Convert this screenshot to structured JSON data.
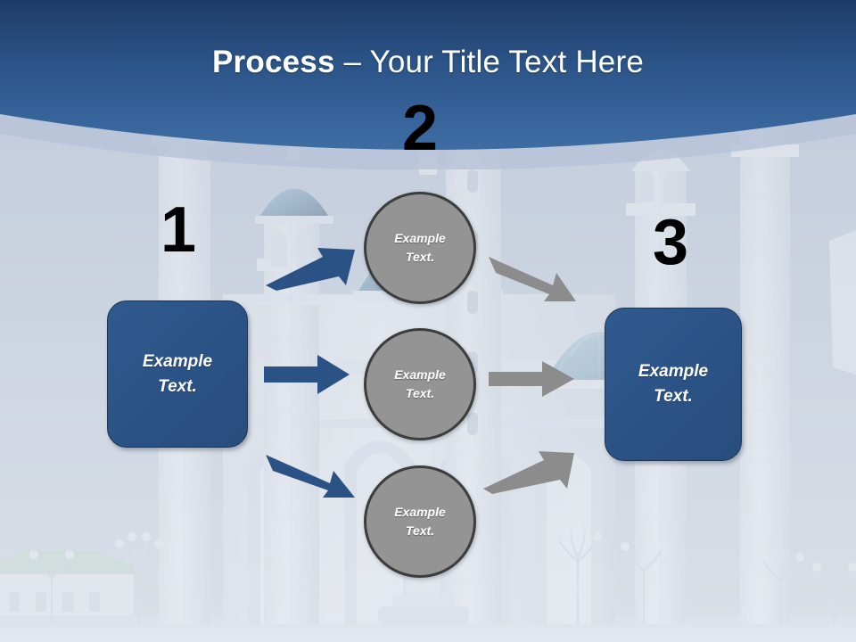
{
  "slide": {
    "title_strong": "Process",
    "title_rest": " – Your Title Text Here",
    "title_full": "Process – Your Title Text Here",
    "background_image_name": "mosque-photo-background"
  },
  "colors": {
    "header_gradient_top": "#1f3d6b",
    "header_gradient_bottom": "#3b6aa0",
    "header_band": "#b7c1d6",
    "background_base": "#c8cfdb",
    "box_fill": "#2b5285",
    "box_border": "#1b3355",
    "circle_fill": "#949494",
    "circle_border": "#3d3d3d",
    "arrow_blue": "#2b5285",
    "arrow_gray": "#8c8c8c",
    "number_color": "#000000",
    "text_color": "#ffffff"
  },
  "steps": [
    {
      "number": "1",
      "shape": "rounded-rectangle",
      "label": "Example\nText."
    },
    {
      "number": "2",
      "shape": "circle-group",
      "label": ""
    },
    {
      "number": "3",
      "shape": "rounded-rectangle",
      "label": "Example\nText."
    }
  ],
  "boxes": {
    "left": {
      "line1": "Example",
      "line2": "Text."
    },
    "right": {
      "line1": "Example",
      "line2": "Text."
    }
  },
  "circles": [
    {
      "line1": "Example",
      "line2": "Text."
    },
    {
      "line1": "Example",
      "line2": "Text."
    },
    {
      "line1": "Example",
      "line2": "Text."
    }
  ],
  "arrows": [
    {
      "name": "blue-arrow-up-right",
      "color": "#2b5285",
      "direction": "up-right"
    },
    {
      "name": "blue-arrow-right",
      "color": "#2b5285",
      "direction": "right"
    },
    {
      "name": "blue-arrow-down-right",
      "color": "#2b5285",
      "direction": "down-right"
    },
    {
      "name": "gray-arrow-down-right",
      "color": "#8c8c8c",
      "direction": "down-right"
    },
    {
      "name": "gray-arrow-right",
      "color": "#8c8c8c",
      "direction": "right"
    },
    {
      "name": "gray-arrow-up-right",
      "color": "#8c8c8c",
      "direction": "up-right"
    }
  ]
}
